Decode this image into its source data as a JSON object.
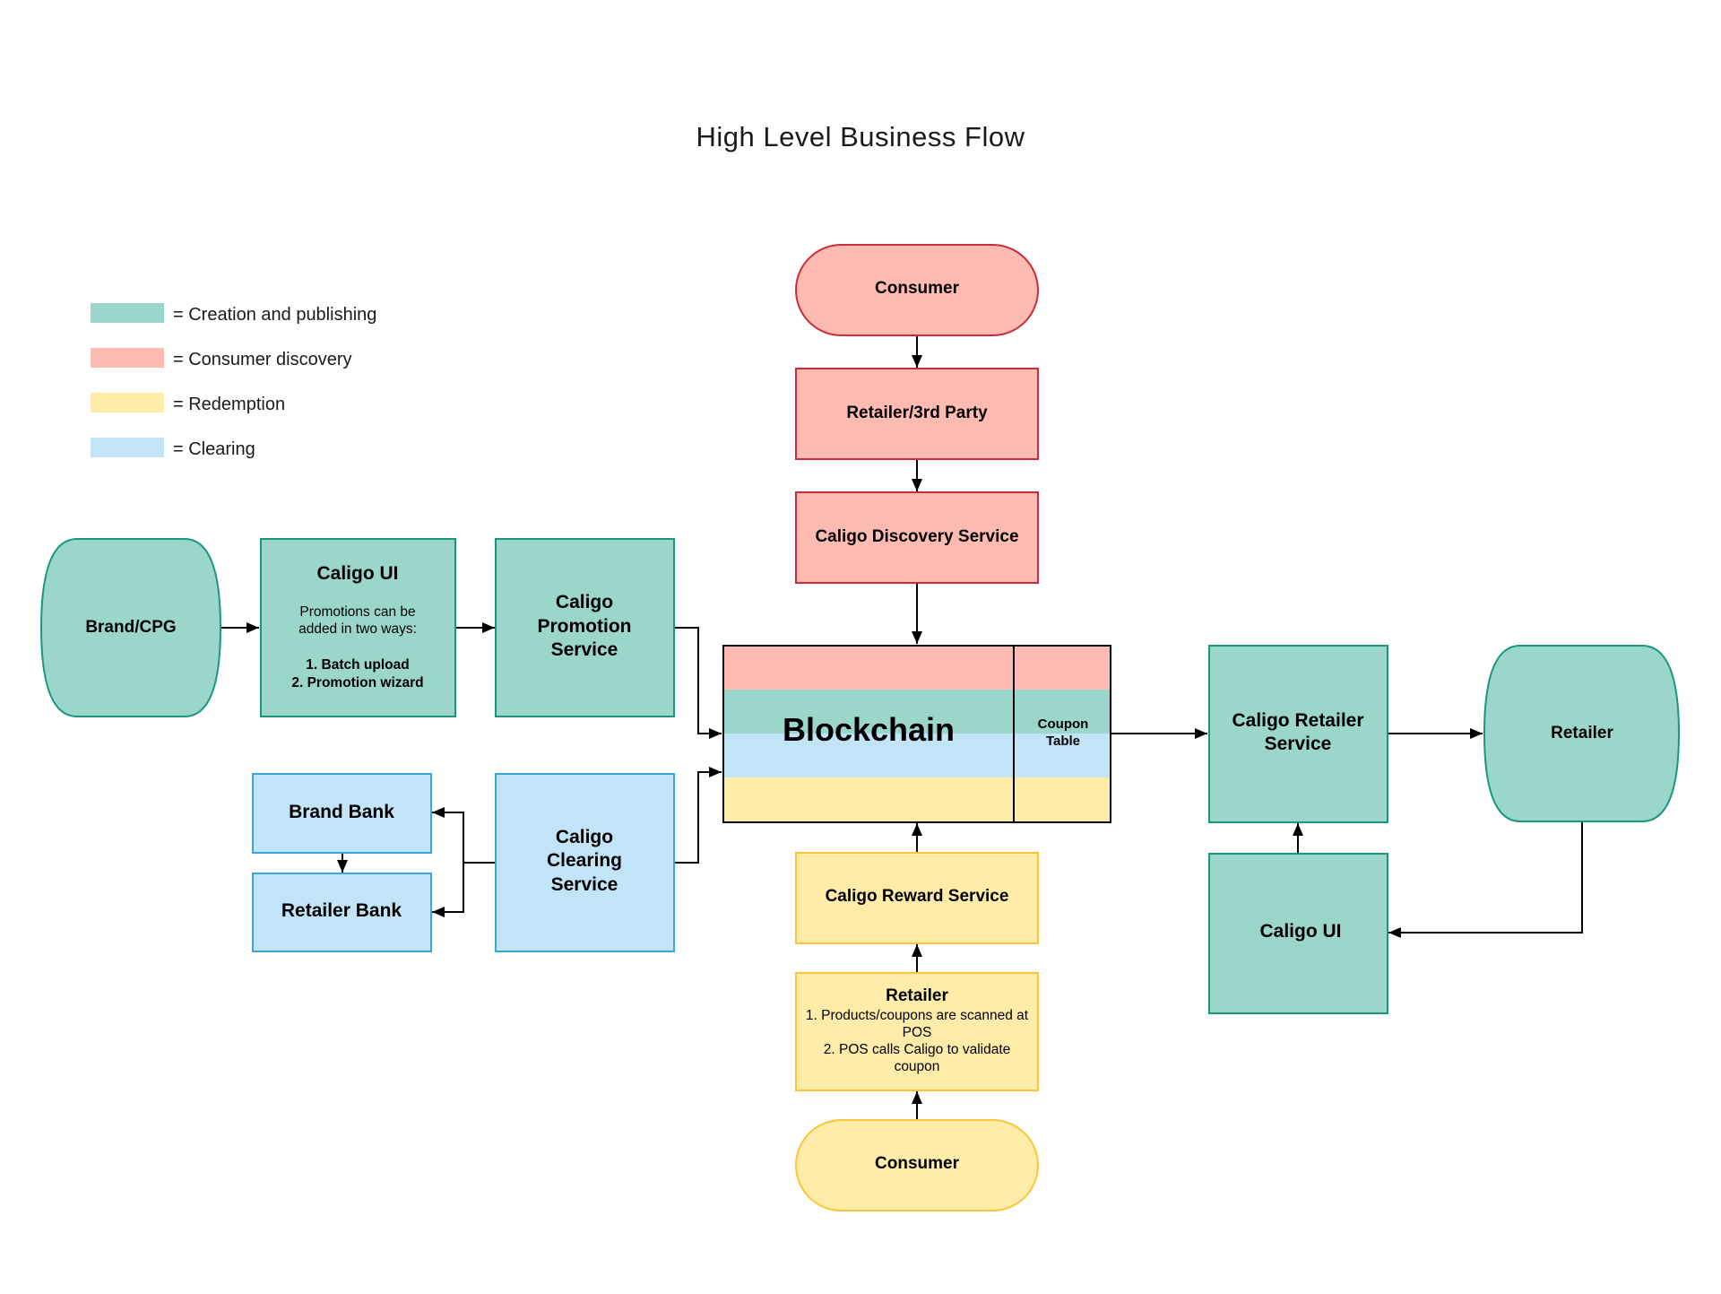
{
  "title": "High Level Business Flow",
  "legend": [
    {
      "label": "= Creation and publishing",
      "color": "#9ad6c9"
    },
    {
      "label": "= Consumer discovery",
      "color": "#ffbbb1"
    },
    {
      "label": "= Redemption",
      "color": "#ffeca9"
    },
    {
      "label": "= Clearing",
      "color": "#c1e4f7"
    }
  ],
  "colors": {
    "creation_fill": "#9ad6c9",
    "creation_stroke": "#19967d",
    "discovery_fill": "#ffbbb1",
    "discovery_stroke": "#c92d39",
    "redemption_fill": "#ffeca9",
    "redemption_stroke": "#fcc438",
    "clearing_fill": "#c1e4f7",
    "clearing_stroke": "#3aa6dd"
  },
  "nodes": {
    "brand_cpg": "Brand/CPG",
    "caligo_ui_left": {
      "title": "Caligo UI",
      "desc_line1": "Promotions can be",
      "desc_line2": "added in two ways:",
      "item1": "1. Batch upload",
      "item2": "2. Promotion wizard"
    },
    "promotion_service": [
      "Caligo",
      "Promotion",
      "Service"
    ],
    "brand_bank": "Brand Bank",
    "retailer_bank": "Retailer Bank",
    "clearing_service": [
      "Caligo",
      "Clearing",
      "Service"
    ],
    "consumer_top": "Consumer",
    "retailer_3rd_party": "Retailer/3rd Party",
    "discovery_service": "Caligo Discovery Service",
    "blockchain": "Blockchain",
    "coupon_table": [
      "Coupon",
      "Table"
    ],
    "reward_service": "Caligo Reward Service",
    "retailer_pos": {
      "title": "Retailer",
      "line1": "1. Products/coupons are scanned at",
      "line2": "POS",
      "line3": "2. POS calls Caligo to validate",
      "line4": "coupon"
    },
    "consumer_bottom": "Consumer",
    "retailer_service": [
      "Caligo Retailer",
      "Service"
    ],
    "retailer_right": "Retailer",
    "caligo_ui_right": "Caligo UI"
  },
  "edges": [
    {
      "from": "Brand/CPG",
      "to": "Caligo UI"
    },
    {
      "from": "Caligo UI",
      "to": "Caligo Promotion Service"
    },
    {
      "from": "Caligo Promotion Service",
      "to": "Blockchain"
    },
    {
      "from": "Caligo Clearing Service",
      "to": "Blockchain"
    },
    {
      "from": "Caligo Clearing Service",
      "to": "Brand Bank"
    },
    {
      "from": "Caligo Clearing Service",
      "to": "Retailer Bank"
    },
    {
      "from": "Brand Bank",
      "to": "Retailer Bank"
    },
    {
      "from": "Consumer",
      "to": "Retailer/3rd Party"
    },
    {
      "from": "Retailer/3rd Party",
      "to": "Caligo Discovery Service"
    },
    {
      "from": "Caligo Discovery Service",
      "to": "Blockchain"
    },
    {
      "from": "Consumer",
      "to": "Retailer (POS)"
    },
    {
      "from": "Retailer (POS)",
      "to": "Caligo Reward Service"
    },
    {
      "from": "Caligo Reward Service",
      "to": "Blockchain"
    },
    {
      "from": "Blockchain",
      "to": "Caligo Retailer Service"
    },
    {
      "from": "Caligo Retailer Service",
      "to": "Retailer"
    },
    {
      "from": "Retailer",
      "to": "Caligo UI (right)"
    },
    {
      "from": "Caligo UI (right)",
      "to": "Caligo Retailer Service"
    }
  ]
}
